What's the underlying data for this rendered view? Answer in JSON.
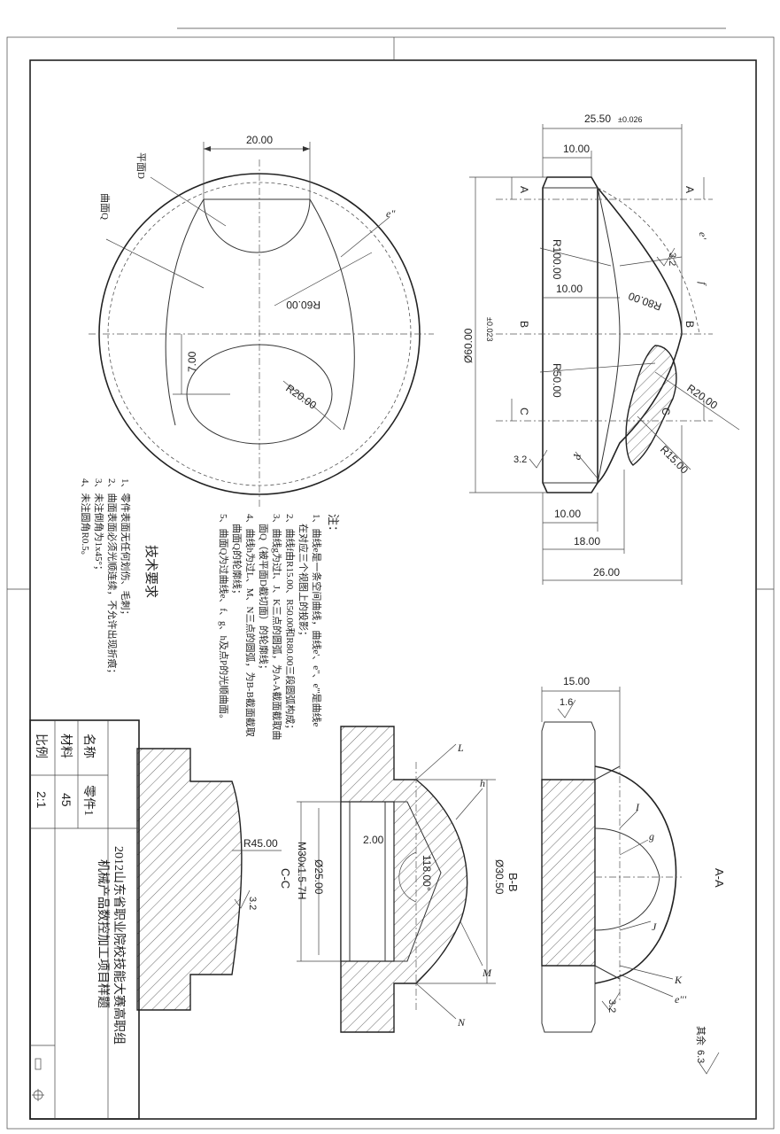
{
  "top_view": {
    "dim_width": "20.00",
    "dim_offset": "7.00",
    "radius_large": "R60.00",
    "radius_small": "R20.00",
    "label_plane": "平面D",
    "label_surface": "曲面Q",
    "label_curve": "e\""
  },
  "side_view": {
    "dim_total": "25.50",
    "dim_total_tol": "±0.026",
    "dim_a": "10.00",
    "dim_b": "10.00",
    "dim_c": "10.00",
    "dim_d": "18.00",
    "dim_e": "26.00",
    "diameter": "Ø60.00",
    "diameter_tol": "±0.023",
    "r100": "R100.00",
    "r80": "R80.00",
    "r50": "R50.00",
    "r20": "R20.00",
    "r15": "R15.00",
    "rough1": "3.2",
    "rough2": "3.2",
    "cut_a": "A",
    "cut_b": "B",
    "cut_c": "C",
    "label_e1": "e'",
    "label_f": "f",
    "label_p": "P"
  },
  "notes": {
    "title": "注：",
    "lines": [
      "1、曲线e是一条空间曲线，曲线e'、e\"、e'''是曲线e",
      "　在对应三个视图上的投影；",
      "2、曲线f由R15.00、R50.00和R80.00三段圆弧构成；",
      "3、曲线g为过I、J、K三点的圆弧，为A-A截面截取曲",
      "　面Q（被平面D截切面）的轮廓线；",
      "4、曲线h为过L、M、N三点的圆弧，为B-B截面截取",
      "　曲面Q的轮廓线；",
      "5、曲面Q为过曲线e、f、g、h及点P的光顺曲面。"
    ]
  },
  "tech": {
    "title": "技术要求",
    "lines": [
      "1、零件表面无任何划伤、毛刺；",
      "2、曲面表面必须光顺连续，不允许出现折痕；",
      "3、未注倒角为1x45°；",
      "4、未注圆角R0.5。"
    ]
  },
  "section_cc": {
    "label": "C-C",
    "radius": "R45.00",
    "rough": "3.2"
  },
  "section_bb": {
    "label": "B-B",
    "thread": "M30x1.5-7H",
    "dia_bore": "Ø25.00",
    "dia_outer": "Ø30.50",
    "dim_step": "2.00",
    "angle": "118.00°",
    "label_l": "L",
    "label_h": "h",
    "label_m": "M",
    "label_n": "N"
  },
  "section_aa": {
    "label": "A-A",
    "dim_width": "15.00",
    "rough_top": "1.6",
    "rough_bottom": "3.2",
    "label_i": "I",
    "label_g": "g",
    "label_j": "J",
    "label_k": "K",
    "label_e3": "e'''"
  },
  "other_rough": {
    "label": "其余",
    "value": "6.3"
  },
  "title_block": {
    "name_label": "名称",
    "name_value": "零件1",
    "material_label": "材料",
    "material_value": "45",
    "scale_label": "比例",
    "scale_value": "2:1",
    "title_line1": "2012山东省职业院校技能大赛高职组",
    "title_line2": "机械产品数控加工项目样题"
  }
}
